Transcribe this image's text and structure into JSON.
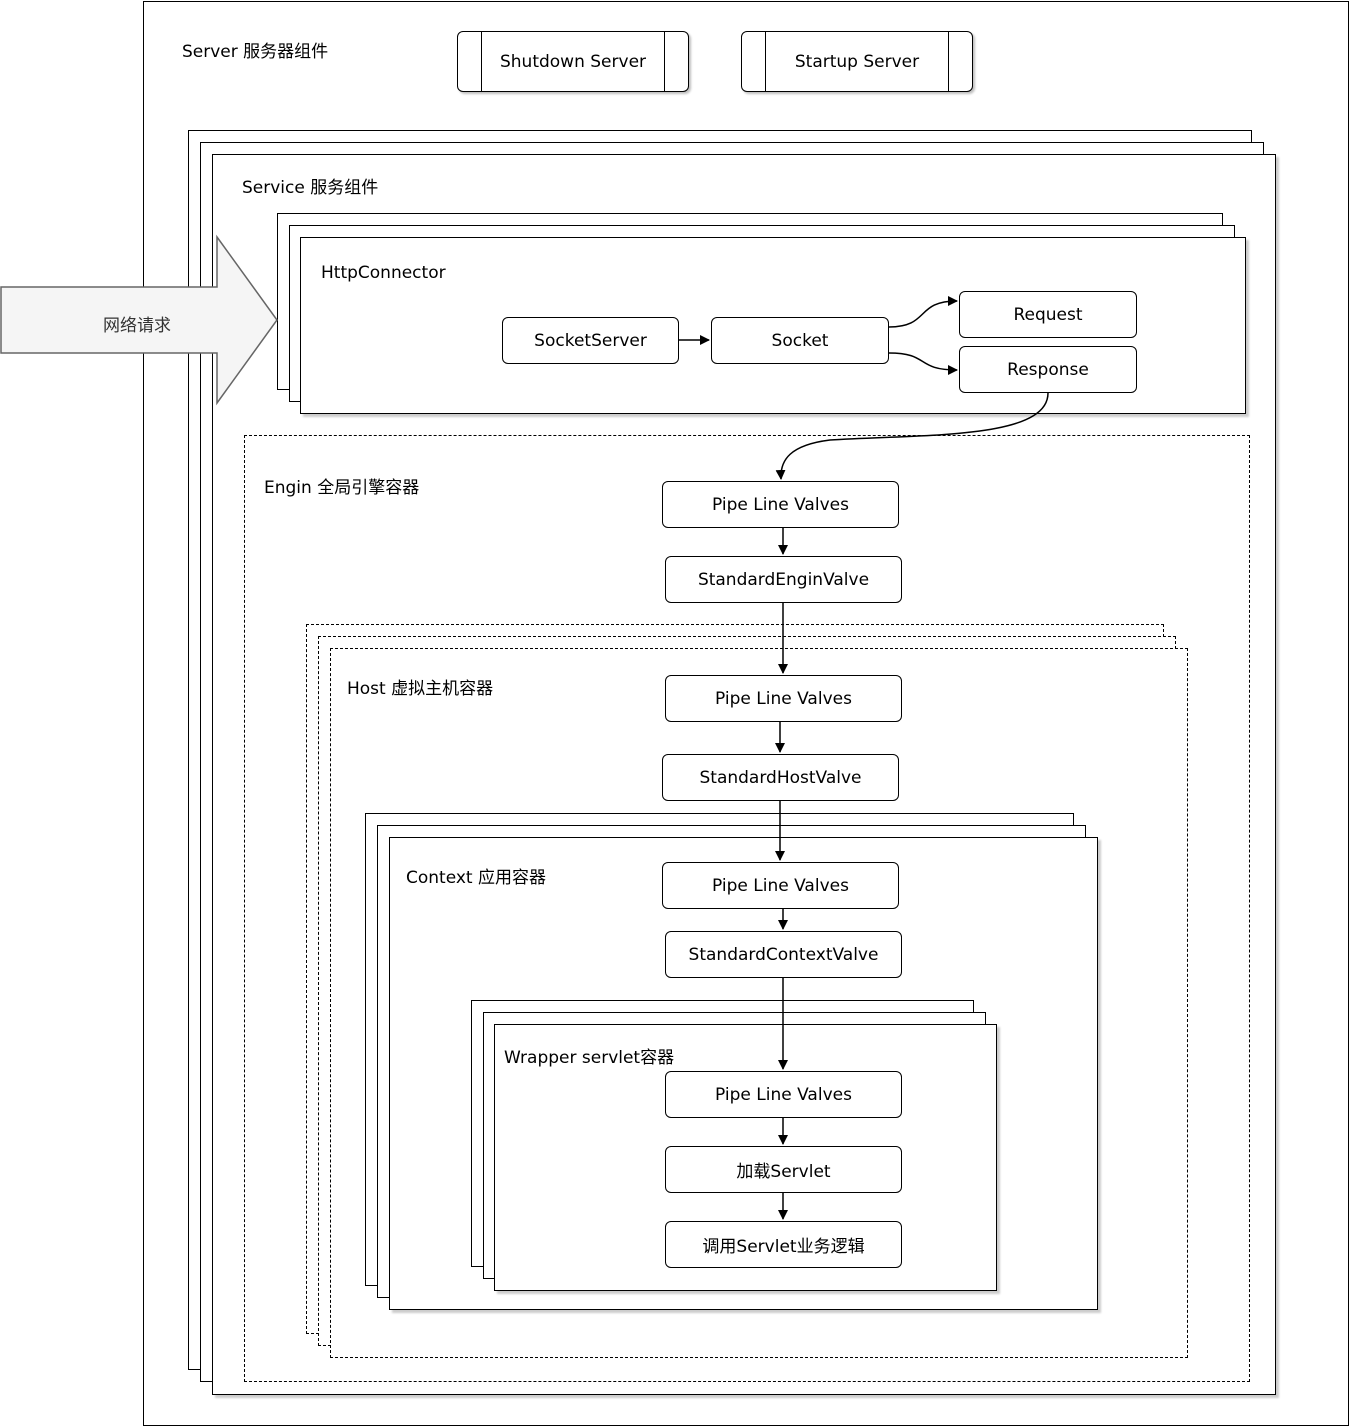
{
  "server": {
    "label": "Server 服务器组件",
    "shutdown_button": "Shutdown Server",
    "startup_button": "Startup Server"
  },
  "network_request": {
    "label": "网络请求"
  },
  "service": {
    "label": "Service 服务组件"
  },
  "connector": {
    "label": "HttpConnector",
    "nodes": {
      "socket_server": "SocketServer",
      "socket": "Socket",
      "request": "Request",
      "response": "Response"
    }
  },
  "engine": {
    "label": "Engin 全局引擎容器",
    "pipeline": "Pipe Line Valves",
    "valve": "StandardEnginValve"
  },
  "host": {
    "label": "Host 虚拟主机容器",
    "pipeline": "Pipe Line Valves",
    "valve": "StandardHostValve"
  },
  "context": {
    "label": "Context 应用容器",
    "pipeline": "Pipe Line Valves",
    "valve": "StandardContextValve"
  },
  "wrapper": {
    "label": "Wrapper servlet容器",
    "pipeline": "Pipe Line Valves",
    "load_servlet": "加载Servlet",
    "invoke_servlet": "调用Servlet业务逻辑"
  },
  "colors": {
    "stroke": "#000000",
    "arrow_fill": "#f5f5f5",
    "arrow_stroke": "#666666"
  }
}
